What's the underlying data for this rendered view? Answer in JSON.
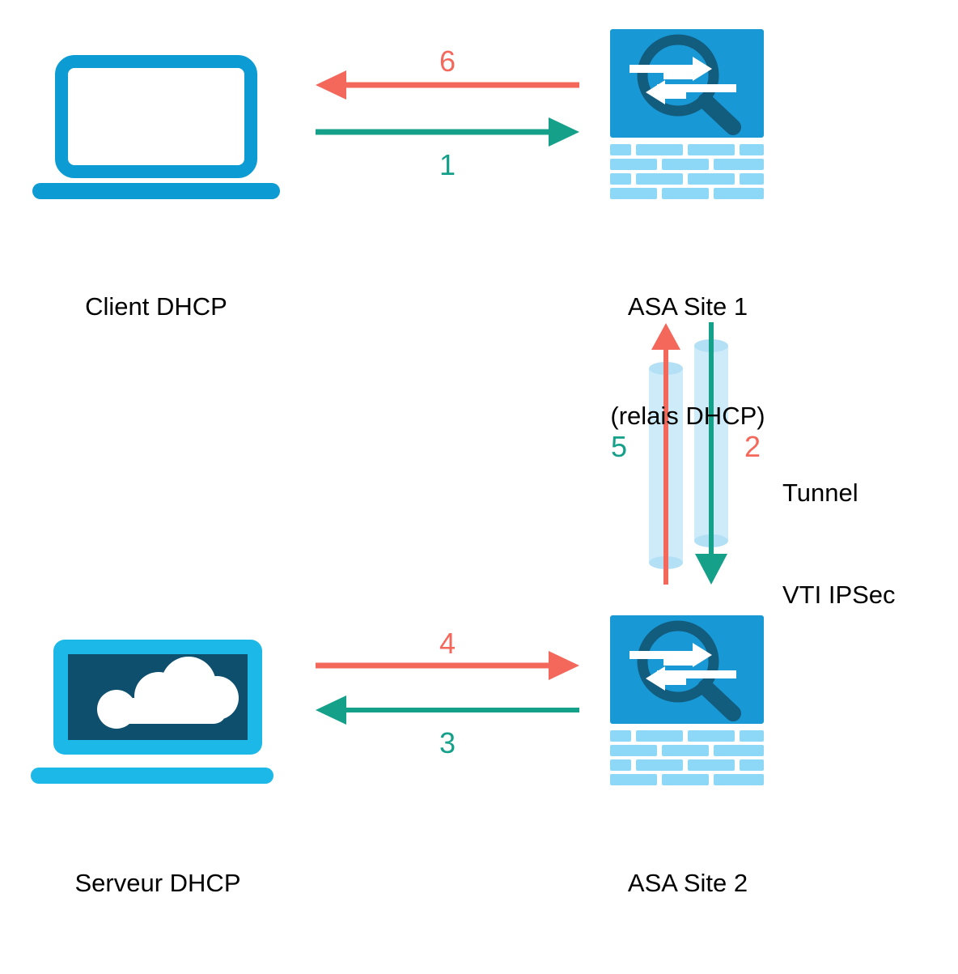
{
  "diagram": {
    "title": "DHCP relay over IPSec VTI tunnel between two ASA sites",
    "colors": {
      "asa_blue": "#1899D6",
      "brick_blue": "#8DD7F7",
      "laptop_cyan": "#1CB8E8",
      "laptop_blue": "#0D9BD4",
      "screen_navy": "#0E4F6E",
      "magnifier_navy": "#125C7E",
      "arrow_red": "#F4685C",
      "arrow_teal": "#15A08A",
      "tunnel_fill": "#CDEBF9",
      "tunnel_cap": "#B3E0F5",
      "text_black": "#000000",
      "background": "#FFFFFF"
    },
    "nodes": [
      {
        "id": "client-dhcp",
        "icon": "laptop-blank-icon",
        "label": "Client DHCP",
        "label_line2": ""
      },
      {
        "id": "asa-site-1",
        "icon": "firewall-asa-icon",
        "label": "ASA Site 1",
        "label_line2": "(relais DHCP)"
      },
      {
        "id": "serveur-dhcp",
        "icon": "laptop-cloud-icon",
        "label": "Serveur DHCP",
        "label_line2": ""
      },
      {
        "id": "asa-site-2",
        "icon": "firewall-asa-icon",
        "label": "ASA Site 2",
        "label_line2": ""
      }
    ],
    "flows": [
      {
        "step": "1",
        "color": "#15A08A",
        "direction": "right",
        "from": "client-dhcp",
        "to": "asa-site-1",
        "label_position": "below"
      },
      {
        "step": "2",
        "color": "#F4685C",
        "direction": "down",
        "from": "asa-site-1",
        "to": "asa-site-2",
        "label_position": "right"
      },
      {
        "step": "3",
        "color": "#15A08A",
        "direction": "left",
        "from": "asa-site-2",
        "to": "serveur-dhcp",
        "label_position": "below"
      },
      {
        "step": "4",
        "color": "#F4685C",
        "direction": "right",
        "from": "serveur-dhcp",
        "to": "asa-site-2",
        "label_position": "above"
      },
      {
        "step": "5",
        "color": "#15A08A",
        "direction": "up",
        "from": "asa-site-2",
        "to": "asa-site-1",
        "label_position": "left"
      },
      {
        "step": "6",
        "color": "#F4685C",
        "direction": "left",
        "from": "asa-site-1",
        "to": "client-dhcp",
        "label_position": "above"
      }
    ],
    "tunnel": {
      "caption_line1": "Tunnel",
      "caption_line2": "VTI IPSec",
      "left_step": "5",
      "left_step_color": "#15A08A",
      "right_step": "2",
      "right_step_color": "#F4685C",
      "left_arrow_color": "#F4685C",
      "left_arrow_direction": "up",
      "right_arrow_color": "#15A08A",
      "right_arrow_direction": "down"
    }
  }
}
